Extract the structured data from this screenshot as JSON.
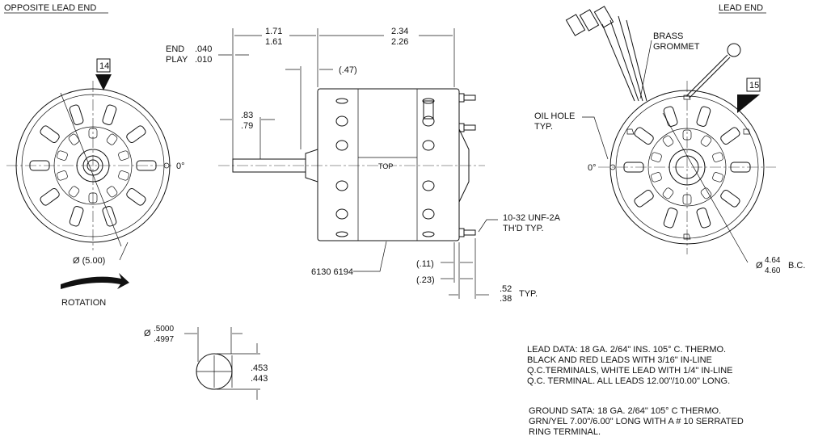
{
  "views": {
    "opposite_lead_end": "OPPOSITE LEAD END",
    "lead_end": "LEAD END"
  },
  "left_view": {
    "tag": "14",
    "angle": "0°",
    "diameter": "Ø (5.00)",
    "rotation": "ROTATION"
  },
  "side_view": {
    "end_play_label_1": "END",
    "end_play_label_2": "PLAY",
    "end_play_max": ".040",
    "end_play_min": ".010",
    "dim_a_max": "1.71",
    "dim_a_min": "1.61",
    "dim_b_max": "2.34",
    "dim_b_min": "2.26",
    "dim_c": "(.47)",
    "dim_d_max": ".83",
    "dim_d_min": ".79",
    "top_label": "TOP",
    "part_numbers": "6130 6194",
    "thread_1": "10-32 UNF-2A",
    "thread_2": "TH'D TYP.",
    "dim_e": "(.11)",
    "dim_f": "(.23)",
    "dim_g_max": ".52",
    "dim_g_min": ".38",
    "dim_g_note": "TYP."
  },
  "right_view": {
    "grommet_1": "BRASS",
    "grommet_2": "GROMMET",
    "oil_1": "OIL HOLE",
    "oil_2": "TYP.",
    "angle": "0°",
    "tag": "15",
    "bc_symbol": "Ø",
    "bc_max": "4.64",
    "bc_min": "4.60",
    "bc_note": "B.C."
  },
  "shaft_section": {
    "symbol": "Ø",
    "dia_max": ".5000",
    "dia_min": ".4997",
    "flat_max": ".453",
    "flat_min": ".443"
  },
  "notes": {
    "lead_data": [
      "LEAD DATA:  18 GA. 2/64\" INS. 105° C. THERMO.",
      "BLACK AND RED LEADS WITH 3/16\" IN-LINE",
      "Q.C.TERMINALS, WHITE LEAD WITH 1/4\" IN-LINE",
      "Q.C. TERMINAL.  ALL LEADS 12.00\"/10.00\" LONG."
    ],
    "ground_data": [
      "GROUND SATA:  18 GA. 2/64\" 105° C THERMO.",
      "GRN/YEL 7.00\"/6.00\" LONG WITH A # 10 SERRATED",
      "RING TERMINAL."
    ]
  }
}
